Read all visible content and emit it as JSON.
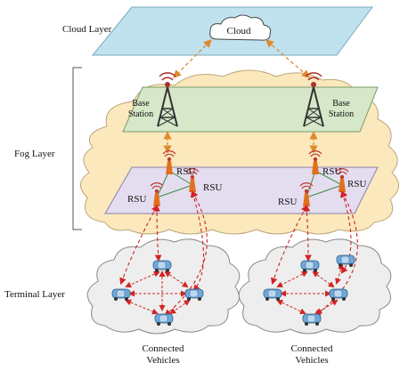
{
  "layers": {
    "cloud": "Cloud Layer",
    "fog": "Fog Layer",
    "terminal": "Terminal Layer"
  },
  "cloud_node": "Cloud",
  "base_station": [
    "Base",
    "Station"
  ],
  "rsu": "RSU",
  "vehicles_caption": [
    "Connected",
    "Vehicles"
  ],
  "colors": {
    "cloud_plane": "#bfe2ee",
    "fog_cloud": "#fbe8bd",
    "bs_plane": "#d6e8c9",
    "rsu_plane": "#e4ddf0",
    "terminal_cloud": "#eeeeee",
    "orange_arrow": "#e08a2c",
    "red_arrow": "#d22424",
    "vehicle": "#6fa8dc",
    "rsu_antenna": "#e0701e"
  }
}
